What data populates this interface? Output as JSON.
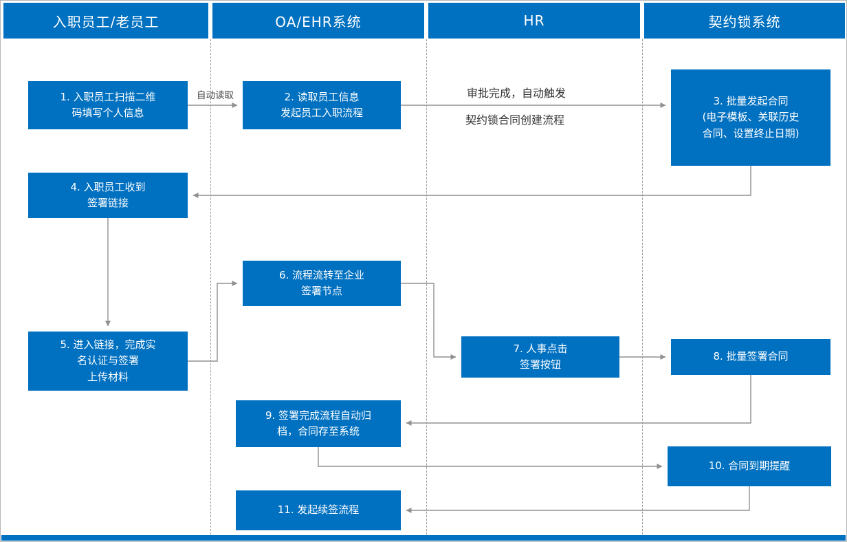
{
  "header": {
    "lanes": [
      "入职员工/老员工",
      "OA/EHR系统",
      "HR",
      "契约锁系统"
    ]
  },
  "steps": {
    "s1": "1. 入职员工扫描二维\n码填写个人信息",
    "s2": "2. 读取员工信息\n发起员工入职流程",
    "s3": "3. 批量发起合同\n(电子模板、关联历史\n合同、设置终止日期)",
    "s4": "4. 入职员工收到\n签署链接",
    "s5": "5. 进入链接，完成实\n名认证与签署\n上传材料",
    "s6": "6. 流程流转至企业\n签署节点",
    "s7": "7. 人事点击\n签署按钮",
    "s8": "8. 批量签署合同",
    "s9": "9. 签署完成流程自动归\n档，合同存至系统",
    "s10": "10. 合同到期提醒",
    "s11": "11. 发起续签流程"
  },
  "labels": {
    "auto_read": "自动读取",
    "trigger_line1": "审批完成，自动触发",
    "trigger_line2": "契约锁合同创建流程"
  },
  "colors": {
    "primary_blue": "#0070C0",
    "arrow_gray": "#909090",
    "divider_gray": "#9e9e9e"
  }
}
